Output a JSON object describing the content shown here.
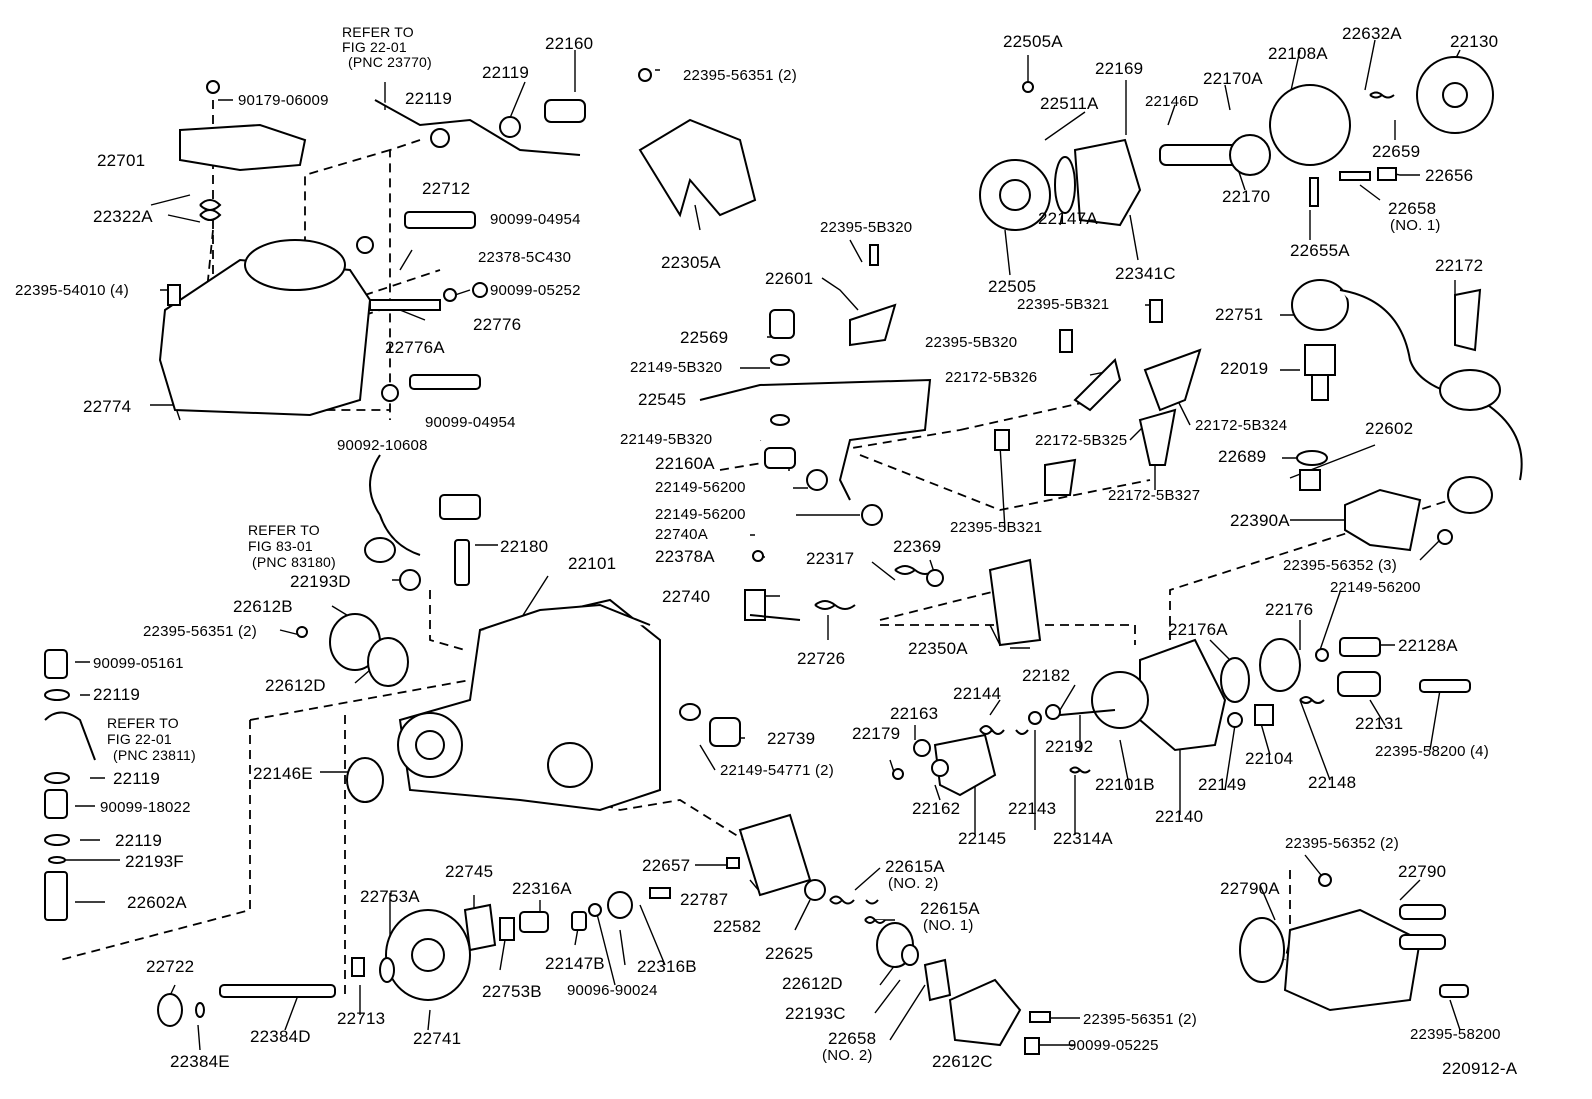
{
  "diagram": {
    "drawing_number": "220912-A",
    "labels": [
      {
        "id": "l1",
        "text": "REFER TO"
      },
      {
        "id": "l2",
        "text": "FIG 22-01"
      },
      {
        "id": "l3",
        "text": "(PNC 23770)"
      },
      {
        "id": "l4",
        "text": "22160"
      },
      {
        "id": "l5",
        "text": "22119"
      },
      {
        "id": "l6",
        "text": "22119"
      },
      {
        "id": "l7",
        "text": "90179-06009"
      },
      {
        "id": "l8",
        "text": "22701"
      },
      {
        "id": "l9",
        "text": "22322A"
      },
      {
        "id": "l10",
        "text": "22712"
      },
      {
        "id": "l11",
        "text": "90099-04954"
      },
      {
        "id": "l12",
        "text": "22378-5C430"
      },
      {
        "id": "l13",
        "text": "90099-05252"
      },
      {
        "id": "l14",
        "text": "22395-54010 (4)"
      },
      {
        "id": "l15",
        "text": "22776"
      },
      {
        "id": "l16",
        "text": "22776A"
      },
      {
        "id": "l17",
        "text": "22774"
      },
      {
        "id": "l18",
        "text": "90099-04954"
      },
      {
        "id": "l19",
        "text": "90092-10608"
      },
      {
        "id": "l20",
        "text": "22395-56351 (2)"
      },
      {
        "id": "l21",
        "text": "22305A"
      },
      {
        "id": "l22",
        "text": "22395-5B320"
      },
      {
        "id": "l23",
        "text": "22601"
      },
      {
        "id": "l24",
        "text": "22569"
      },
      {
        "id": "l25",
        "text": "22149-5B320"
      },
      {
        "id": "l26",
        "text": "22545"
      },
      {
        "id": "l27",
        "text": "22149-5B320"
      },
      {
        "id": "l28",
        "text": "22160A"
      },
      {
        "id": "l29",
        "text": "22149-56200"
      },
      {
        "id": "l30",
        "text": "22149-56200"
      },
      {
        "id": "l31",
        "text": "22740A"
      },
      {
        "id": "l32",
        "text": "22378A"
      },
      {
        "id": "l33",
        "text": "22740"
      },
      {
        "id": "l34",
        "text": "22317"
      },
      {
        "id": "l35",
        "text": "22369"
      },
      {
        "id": "l36",
        "text": "22726"
      },
      {
        "id": "l37",
        "text": "22505A"
      },
      {
        "id": "l38",
        "text": "22511A"
      },
      {
        "id": "l39",
        "text": "22169"
      },
      {
        "id": "l40",
        "text": "22146D"
      },
      {
        "id": "l41",
        "text": "22170A"
      },
      {
        "id": "l42",
        "text": "22108A"
      },
      {
        "id": "l43",
        "text": "22632A"
      },
      {
        "id": "l44",
        "text": "22130"
      },
      {
        "id": "l45",
        "text": "22659"
      },
      {
        "id": "l46",
        "text": "22656"
      },
      {
        "id": "l47",
        "text": "22658"
      },
      {
        "id": "l48",
        "text": "(NO. 1)"
      },
      {
        "id": "l49",
        "text": "22170"
      },
      {
        "id": "l50",
        "text": "22147A"
      },
      {
        "id": "l51",
        "text": "22505"
      },
      {
        "id": "l52",
        "text": "22341C"
      },
      {
        "id": "l53",
        "text": "22655A"
      },
      {
        "id": "l54",
        "text": "22172"
      },
      {
        "id": "l55",
        "text": "22395-5B321"
      },
      {
        "id": "l56",
        "text": "22395-5B320"
      },
      {
        "id": "l57",
        "text": "22172-5B326"
      },
      {
        "id": "l58",
        "text": "22172-5B324"
      },
      {
        "id": "l59",
        "text": "22172-5B325"
      },
      {
        "id": "l60",
        "text": "22172-5B327"
      },
      {
        "id": "l61",
        "text": "22395-5B321"
      },
      {
        "id": "l62",
        "text": "22751"
      },
      {
        "id": "l63",
        "text": "22019"
      },
      {
        "id": "l64",
        "text": "22602"
      },
      {
        "id": "l65",
        "text": "22689"
      },
      {
        "id": "l66",
        "text": "22390A"
      },
      {
        "id": "l67",
        "text": "22395-56352 (3)"
      },
      {
        "id": "l68",
        "text": "22149-56200"
      },
      {
        "id": "l69",
        "text": "22176"
      },
      {
        "id": "l70",
        "text": "22128A"
      },
      {
        "id": "l71",
        "text": "22176A"
      },
      {
        "id": "l72",
        "text": "22182"
      },
      {
        "id": "l73",
        "text": "22144"
      },
      {
        "id": "l74",
        "text": "22163"
      },
      {
        "id": "l75",
        "text": "22179"
      },
      {
        "id": "l76",
        "text": "22162"
      },
      {
        "id": "l77",
        "text": "22145"
      },
      {
        "id": "l78",
        "text": "22143"
      },
      {
        "id": "l79",
        "text": "22192"
      },
      {
        "id": "l80",
        "text": "22314A"
      },
      {
        "id": "l81",
        "text": "22101B"
      },
      {
        "id": "l82",
        "text": "22140"
      },
      {
        "id": "l83",
        "text": "22149"
      },
      {
        "id": "l84",
        "text": "22104"
      },
      {
        "id": "l85",
        "text": "22148"
      },
      {
        "id": "l86",
        "text": "22131"
      },
      {
        "id": "l87",
        "text": "22395-58200 (4)"
      },
      {
        "id": "l88",
        "text": "22350A"
      },
      {
        "id": "l89",
        "text": "REFER TO"
      },
      {
        "id": "l90",
        "text": "FIG 83-01"
      },
      {
        "id": "l91",
        "text": "(PNC 83180)"
      },
      {
        "id": "l92",
        "text": "22180"
      },
      {
        "id": "l93",
        "text": "22101"
      },
      {
        "id": "l94",
        "text": "22193D"
      },
      {
        "id": "l95",
        "text": "22612B"
      },
      {
        "id": "l96",
        "text": "22395-56351 (2)"
      },
      {
        "id": "l97",
        "text": "22612D"
      },
      {
        "id": "l98",
        "text": "90099-05161"
      },
      {
        "id": "l99",
        "text": "22119"
      },
      {
        "id": "l100",
        "text": "REFER TO"
      },
      {
        "id": "l101",
        "text": "FIG 22-01"
      },
      {
        "id": "l102",
        "text": "(PNC 23811)"
      },
      {
        "id": "l103",
        "text": "22119"
      },
      {
        "id": "l104",
        "text": "90099-18022"
      },
      {
        "id": "l105",
        "text": "22119"
      },
      {
        "id": "l106",
        "text": "22193F"
      },
      {
        "id": "l107",
        "text": "22602A"
      },
      {
        "id": "l108",
        "text": "22146E"
      },
      {
        "id": "l109",
        "text": "22739"
      },
      {
        "id": "l110",
        "text": "22149-54771 (2)"
      },
      {
        "id": "l111",
        "text": "22745"
      },
      {
        "id": "l112",
        "text": "22753A"
      },
      {
        "id": "l113",
        "text": "22316A"
      },
      {
        "id": "l114",
        "text": "22657"
      },
      {
        "id": "l115",
        "text": "22787"
      },
      {
        "id": "l116",
        "text": "22615A"
      },
      {
        "id": "l117",
        "text": "(NO. 2)"
      },
      {
        "id": "l118",
        "text": "22615A"
      },
      {
        "id": "l119",
        "text": "(NO. 1)"
      },
      {
        "id": "l120",
        "text": "22582"
      },
      {
        "id": "l121",
        "text": "22625"
      },
      {
        "id": "l122",
        "text": "22147B"
      },
      {
        "id": "l123",
        "text": "22316B"
      },
      {
        "id": "l124",
        "text": "22753B"
      },
      {
        "id": "l125",
        "text": "90096-90024"
      },
      {
        "id": "l126",
        "text": "22722"
      },
      {
        "id": "l127",
        "text": "22713"
      },
      {
        "id": "l128",
        "text": "22741"
      },
      {
        "id": "l129",
        "text": "22384D"
      },
      {
        "id": "l130",
        "text": "22384E"
      },
      {
        "id": "l131",
        "text": "22612D"
      },
      {
        "id": "l132",
        "text": "22193C"
      },
      {
        "id": "l133",
        "text": "22658"
      },
      {
        "id": "l134",
        "text": "(NO. 2)"
      },
      {
        "id": "l135",
        "text": "22612C"
      },
      {
        "id": "l136",
        "text": "22395-56351 (2)"
      },
      {
        "id": "l137",
        "text": "90099-05225"
      },
      {
        "id": "l138",
        "text": "22395-56352 (2)"
      },
      {
        "id": "l139",
        "text": "22790A"
      },
      {
        "id": "l140",
        "text": "22790"
      },
      {
        "id": "l141",
        "text": "22395-58200"
      }
    ]
  }
}
